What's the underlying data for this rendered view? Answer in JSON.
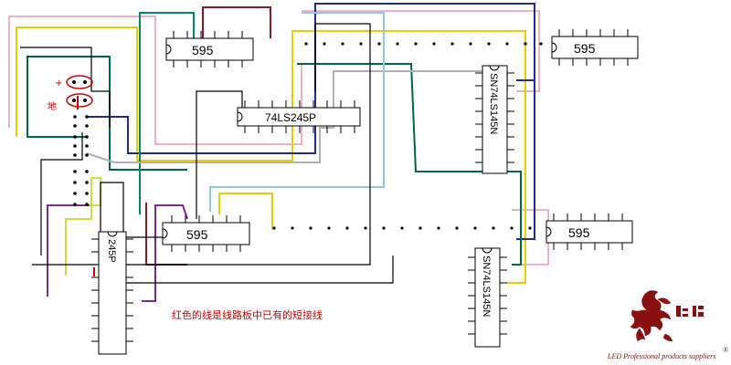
{
  "chips": {
    "c595_top_left": "595",
    "c595_top_right": "595",
    "c595_mid": "595",
    "c595_mid_right": "595",
    "c245_center": "74LS245P",
    "c245_small": "245P",
    "sn145_upper": "SN74LS145N",
    "sn145_lower": "SN74LS145N"
  },
  "handwritten": {
    "plus": "+",
    "ground": "地"
  },
  "note": "红色的线是线路板中已有的短接线",
  "brand": {
    "tagline": "LED Professional products suppliers",
    "mark": "®"
  },
  "wire_colors": {
    "black": "#000000",
    "red": "#cc0000",
    "pink": "#f0b0c8",
    "yellow": "#e8d000",
    "blue": "#202a90",
    "green": "#006a3a",
    "gray": "#b0b0b8",
    "lightblue": "#90c8e0",
    "purple": "#7a2a90",
    "darkred": "#8a1a2a",
    "teal": "#20a0a0",
    "ygreen": "#c8e040"
  }
}
